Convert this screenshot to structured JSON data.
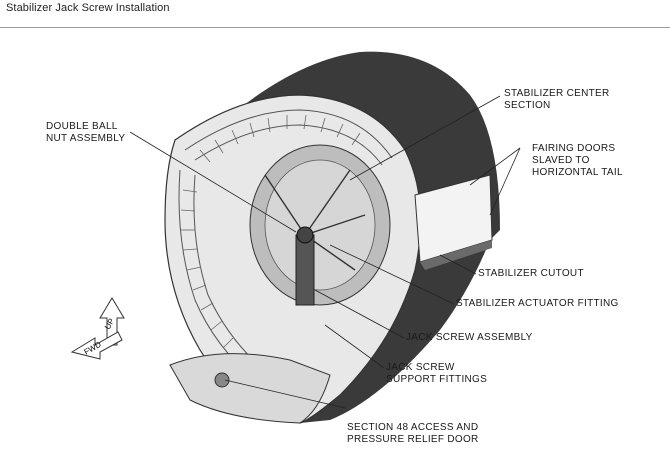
{
  "page": {
    "title": "Stabilizer Jack Screw Installation"
  },
  "labels": {
    "stabilizer_center_section": [
      "STABILIZER CENTER",
      "SECTION"
    ],
    "double_ball_nut_assembly": [
      "DOUBLE BALL",
      "NUT ASSEMBLY"
    ],
    "fairing_doors": [
      "FAIRING DOORS",
      "SLAVED TO",
      "HORIZONTAL TAIL"
    ],
    "stabilizer_cutout": [
      "STABILIZER CUTOUT"
    ],
    "stabilizer_actuator_fitting": [
      "STABILIZER ACTUATOR FITTING"
    ],
    "jack_screw_assembly": [
      "JACK SCREW ASSEMBLY"
    ],
    "jack_screw_support_fittings": [
      "JACK SCREW",
      "SUPPORT FITTINGS"
    ],
    "section_48_access": [
      "SECTION 48 ACCESS AND",
      "PRESSURE RELIEF DOOR"
    ]
  },
  "direction_arrows": {
    "up": "UP",
    "fwd": "FWD"
  }
}
